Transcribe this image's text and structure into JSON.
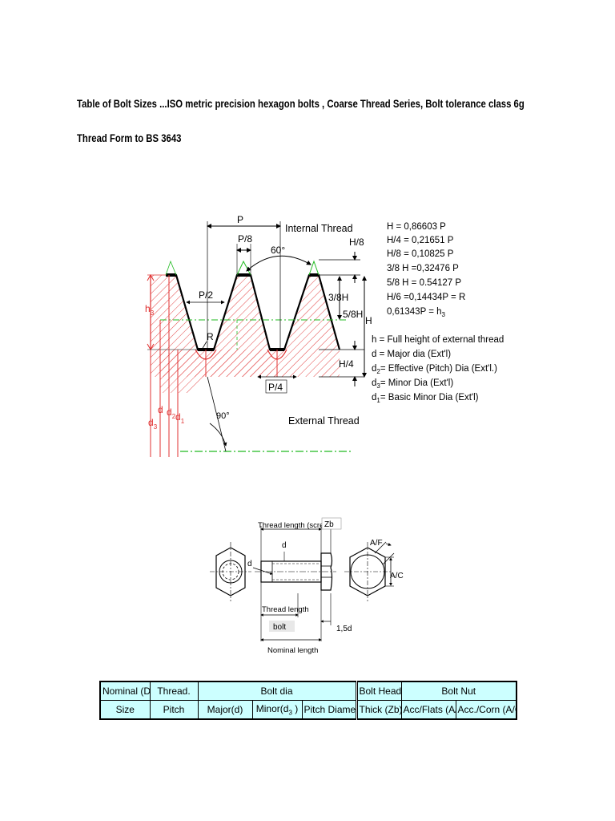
{
  "titles": {
    "main": "Table of Bolt Sizes ...ISO metric precision hexagon bolts , Coarse Thread Series, Bolt tolerance class 6g",
    "thread_form": "Thread Form to BS 3643"
  },
  "thread_diagram": {
    "labels": {
      "p": "P",
      "p8": "P/8",
      "internal": "Internal Thread",
      "angle60": "60°",
      "h8": "H/8",
      "p2": "P/2",
      "h3": "h",
      "h3_sub": "3",
      "r": "R",
      "h38": "3/8H",
      "h58": "5/8H",
      "h": "H",
      "h4": "H/4",
      "p4": "P/4",
      "d": "d",
      "d2": "d",
      "d2_sub": "2",
      "d1": "d",
      "d1_sub": "1",
      "d3": "d",
      "d3_sub": "3",
      "angle90": "90°",
      "external": "External Thread"
    },
    "formulas": [
      "H = 0,86603 P",
      "H/4 = 0,21651 P",
      "H/8 = 0,10825 P",
      "3/8 H =0,32476 P",
      "5/8 H = 0.54127 P",
      "H/6 =0,14434P = R",
      "0,61343P = h"
    ],
    "formula_last_sub": "3",
    "legend": [
      {
        "pre": "h = Full height of external thread",
        "sub": "",
        "post": ""
      },
      {
        "pre": "d  = Major dia (Ext'l)",
        "sub": "",
        "post": ""
      },
      {
        "pre": "d",
        "sub": "2",
        "post": "= Effective (Pitch) Dia (Ext'l.)"
      },
      {
        "pre": "d",
        "sub": "3",
        "post": "= Minor Dia (Ext'l)"
      },
      {
        "pre": "d",
        "sub": "1",
        "post": "= Basic Minor Dia (Ext'l)"
      }
    ]
  },
  "bolt_diagram": {
    "thread_length_screw": "Thread length (screw )",
    "zb": "Zb",
    "d_top": "d",
    "d_left": "d",
    "af": "A/F",
    "ac": "A/C",
    "thread_length": "Thread length",
    "bolt": "bolt",
    "d15": "1,5d",
    "nominal_length": "Nominal length"
  },
  "table": {
    "row1": {
      "nominal": "Nominal (D)",
      "thread": "Thread.",
      "bolt_dia": "Bolt dia",
      "bolt_head": "Bolt Head",
      "bolt_nut": "Bolt Nut"
    },
    "row2": {
      "size": "Size",
      "pitch": "Pitch",
      "major": "Major(d)",
      "minor_pre": "Minor(d",
      "minor_sub": "3",
      "minor_post": " )",
      "pitch_diameter": "Pitch Diameter",
      "thick": "Thick (Zb)",
      "acc_flats": "Acc/Flats (A/F)",
      "acc_corn": "Acc./Corn (A/C)"
    }
  },
  "colors": {
    "hatch": "#e03030",
    "green": "#22bb22",
    "table_bg": "#ccffff"
  }
}
